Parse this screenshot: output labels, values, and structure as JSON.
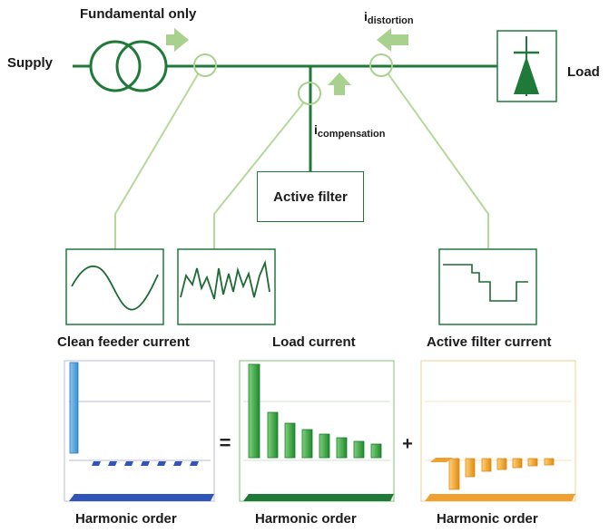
{
  "labels": {
    "fundamental_only": "Fundamental only",
    "supply": "Supply",
    "load": "Load",
    "i_distortion_main": "i",
    "i_distortion_sub": "distortion",
    "i_compensation_main": "i",
    "i_compensation_sub": "compensation",
    "active_filter": "Active filter"
  },
  "waveforms": {
    "clean": "Clean feeder current",
    "load": "Load current",
    "filter": "Active filter current"
  },
  "spectra": {
    "equals": "=",
    "plus": "+",
    "xlabel_1": "Harmonic order",
    "xlabel_2": "Harmonic order",
    "xlabel_3": "Harmonic order"
  },
  "colors": {
    "line_green": "#1f7a3a",
    "arrow_green": "#a9d18e",
    "link_green": "#b5d99c",
    "clean_blue": "#5aa6dc",
    "load_green": "#2e9a3e",
    "filter_orange": "#f0a030"
  }
}
